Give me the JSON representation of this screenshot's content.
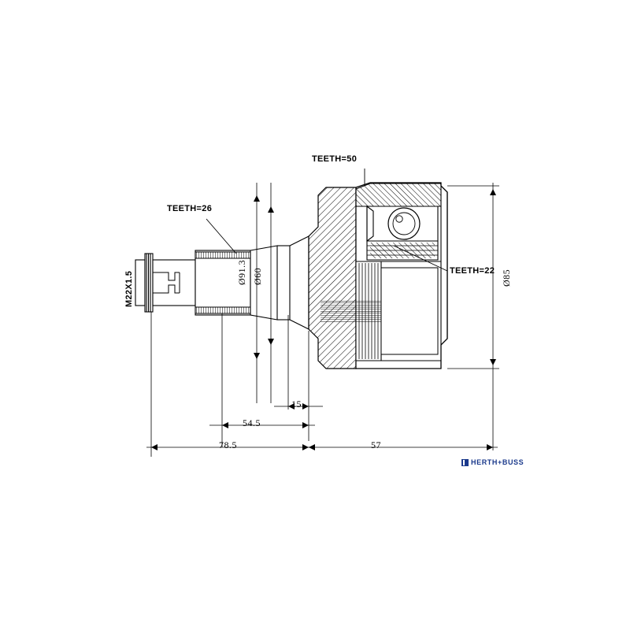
{
  "diagram": {
    "title": "CV joint technical drawing",
    "labels": {
      "teeth_outer": "TEETH=50",
      "teeth_shaft": "TEETH=26",
      "teeth_inner": "TEETH=22",
      "thread": "M22X1.5",
      "dia_913": "Ø91.3",
      "dia_60": "Ø60",
      "dia_85": "Ø85",
      "dim_15": "15",
      "dim_545": "54.5",
      "dim_785": "78.5",
      "dim_57": "57"
    },
    "colors": {
      "line": "#000000",
      "background": "#ffffff",
      "brand": "#1b3a8c",
      "hatch": "#000000"
    }
  },
  "brand": {
    "name": "HERTH+BUSS",
    "logo_icon": "herth-buss-logo-icon"
  }
}
